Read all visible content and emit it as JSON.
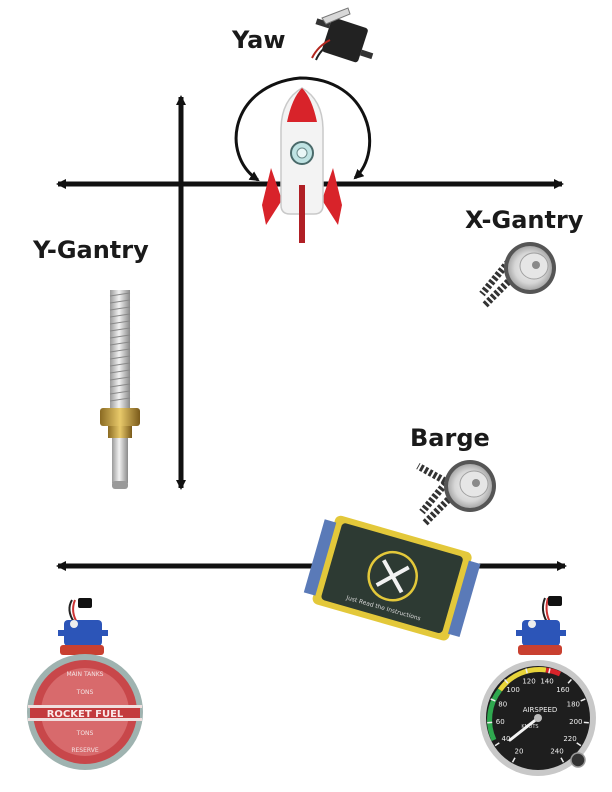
{
  "labels": {
    "yaw": "Yaw",
    "x_gantry": "X-Gantry",
    "y_gantry": "Y-Gantry",
    "barge": "Barge"
  },
  "gauges": {
    "fuel": {
      "top_text": "MAIN TANKS",
      "tons_top": "TONS",
      "band_text": "ROCKET FUEL",
      "tons_bottom": "TONS",
      "bottom_text": "RESERVE"
    },
    "airspeed": {
      "label": "AIRSPEED",
      "unit": "KNOTS",
      "ticks": [
        "20",
        "40",
        "60",
        "80",
        "100",
        "120",
        "140",
        "160",
        "180",
        "200",
        "220",
        "240"
      ]
    }
  },
  "barge_pad": {
    "text": "Just Read the Instructions"
  },
  "colors": {
    "arrow": "#111111",
    "rocket_red": "#d8232a",
    "fuel_red": "#c8474a",
    "barge_dark": "#2d3a33",
    "barge_yellow": "#e3c83a",
    "servo_blue": "#2c55b8"
  }
}
